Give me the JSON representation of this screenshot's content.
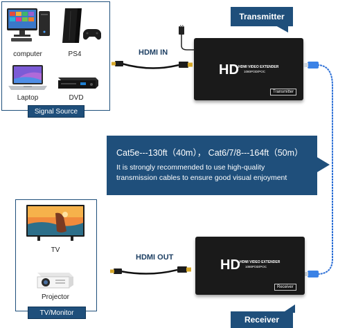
{
  "source_panel": {
    "title": "Signal Source",
    "devices": [
      {
        "label": "computer",
        "icon": "computer-icon"
      },
      {
        "label": "PS4",
        "icon": "ps4-icon"
      },
      {
        "label": "Laptop",
        "icon": "laptop-icon"
      },
      {
        "label": "DVD",
        "icon": "dvd-player-icon"
      }
    ]
  },
  "display_panel": {
    "title": "TV/Monitor",
    "devices": [
      {
        "label": "TV",
        "icon": "tv-icon"
      },
      {
        "label": "Projector",
        "icon": "projector-icon"
      }
    ]
  },
  "transmitter": {
    "badge": "Transmitter",
    "hd": "HD",
    "line1": "HDMI VIDEO EXTENDER",
    "line2": "1080P/3D/POC",
    "tag": "Transmitter"
  },
  "receiver": {
    "badge": "Receiver",
    "hd": "HD",
    "line1": "HDMI VIDEO EXTENDER",
    "line2": "1080P/3D/POC",
    "tag": "Receiver"
  },
  "cables": {
    "in_label": "HDMI IN",
    "out_label": "HDMI OUT"
  },
  "info": {
    "distance": "Cat5e---130ft（40m）， Cat6/7/8---164ft（50m）",
    "recommendation_line1": "It is strongly recommended to use high-quality",
    "recommendation_line2": "transmission cables to ensure good visual enjoyment"
  },
  "colors": {
    "navy": "#1f4f7b",
    "cable_blue": "#2c6fd6",
    "device_black": "#1a1a1a"
  }
}
